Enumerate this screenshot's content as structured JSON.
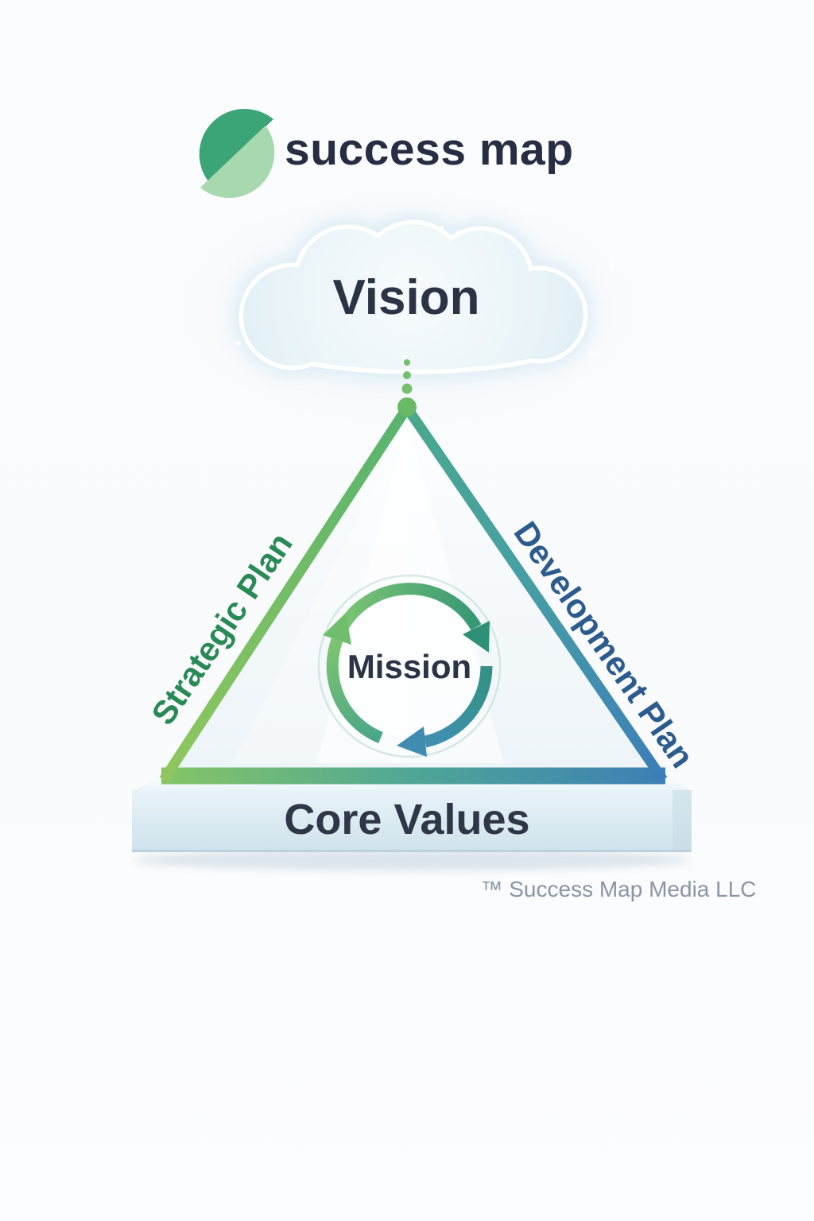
{
  "brand": {
    "wordmark": "success map",
    "logo_icon": "s-leaf-monogram-icon",
    "colors": {
      "logo_dark_green": "#3ba578",
      "logo_light_green": "#a8d9ae",
      "wordmark_navy": "#272d42"
    }
  },
  "diagram": {
    "cloud": {
      "label": "Vision",
      "icon": "cloud-icon",
      "fill": "#e7f3f7"
    },
    "triangle": {
      "left_edge_label": "Strategic Plan",
      "right_edge_label": "Development Plan",
      "base_label": "Core Values",
      "colors": {
        "left_edge_green_top": "#57b36f",
        "left_edge_green_bottom": "#90c75f",
        "right_edge_teal_top": "#4aa88c",
        "right_edge_blue_bottom": "#3b7eb8",
        "left_label_green": "#2a8a55",
        "right_label_blue": "#2c5b8d",
        "base_slab_blue": "#d5e6ef"
      }
    },
    "center": {
      "label": "Mission",
      "icon": "cycle-arrows-icon"
    },
    "connector": {
      "icon": "dotted-connector",
      "dot_green": "#6fbd6a"
    },
    "text_navy": "#2b3345"
  },
  "footer": {
    "trademark": "™ Success Map Media LLC",
    "color": "#8b95a6"
  }
}
